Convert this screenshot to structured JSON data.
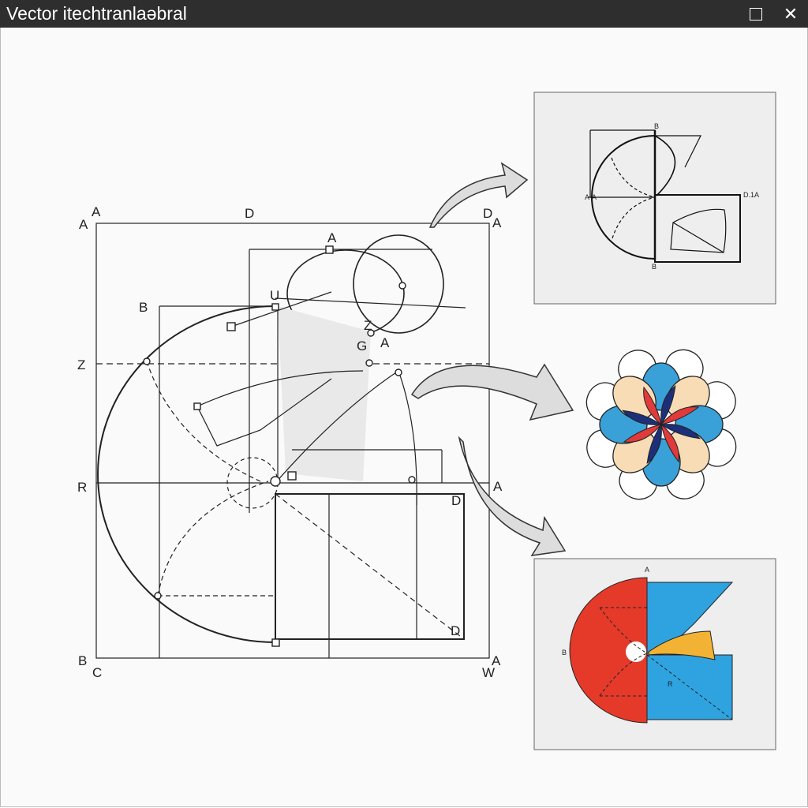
{
  "window": {
    "title": "Vector itechtranlaəbral",
    "maximize_icon": "square-icon",
    "close_icon": "x-icon"
  },
  "main_diagram": {
    "labels": {
      "a_tl": "A",
      "a_tl2": "A",
      "d_top": "D",
      "d_tr": "D",
      "a_tr": "A",
      "a_top": "A",
      "u": "U",
      "b_left": "B",
      "z_left": "Z",
      "z_mid": "Z",
      "g_mid": "G",
      "a_mid": "A",
      "r_left": "R",
      "a_right": "A",
      "d_rect": "D",
      "d_rect2": "D",
      "b_bl": "B",
      "c_bl": "C",
      "a_br": "A",
      "w_br": "W"
    }
  },
  "inset_top": {
    "labels": {
      "b": "B",
      "a": "A-A",
      "d": "D.1A",
      "b2": "B"
    }
  },
  "inset_bottom": {
    "labels": {
      "a": "A",
      "b": "B",
      "r": "R"
    },
    "colors": {
      "red": "#e53a2a",
      "blue": "#2ea3e0",
      "orange": "#f2b233"
    }
  },
  "flower": {
    "colors": {
      "blue": "#3aa0d8",
      "navy": "#1e2f7a",
      "peach": "#f7dcb6",
      "red": "#e03a3a"
    }
  }
}
